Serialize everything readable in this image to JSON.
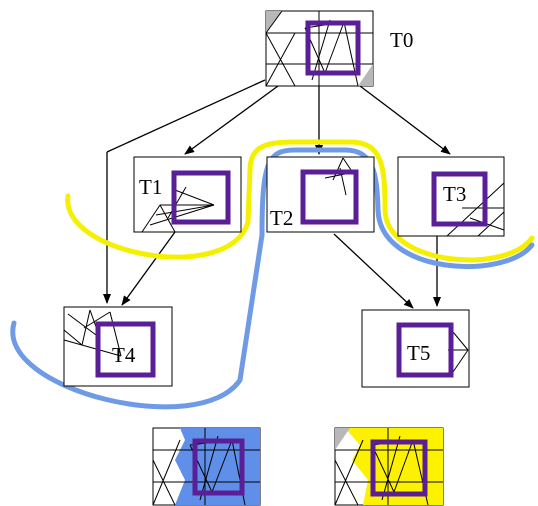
{
  "nodes": [
    {
      "id": "T0",
      "label": "T0"
    },
    {
      "id": "T1",
      "label": "T1"
    },
    {
      "id": "T2",
      "label": "T2"
    },
    {
      "id": "T3",
      "label": "T3"
    },
    {
      "id": "T4",
      "label": "T4"
    },
    {
      "id": "T5",
      "label": "T5"
    }
  ],
  "edges": [
    {
      "from": "T0",
      "to": "T1"
    },
    {
      "from": "T0",
      "to": "T2"
    },
    {
      "from": "T0",
      "to": "T3"
    },
    {
      "from": "T0",
      "to": "T4"
    },
    {
      "from": "T1",
      "to": "T4"
    },
    {
      "from": "T2",
      "to": "T5"
    },
    {
      "from": "T3",
      "to": "T5"
    }
  ],
  "colors": {
    "query_box": "#5a1e96",
    "yellow_curve": "#f5f000",
    "blue_curve": "#6f9be6",
    "blue_fill": "#5f8fe8",
    "yellow_fill": "#fcf200",
    "gray_corner": "#b8b8b8"
  }
}
